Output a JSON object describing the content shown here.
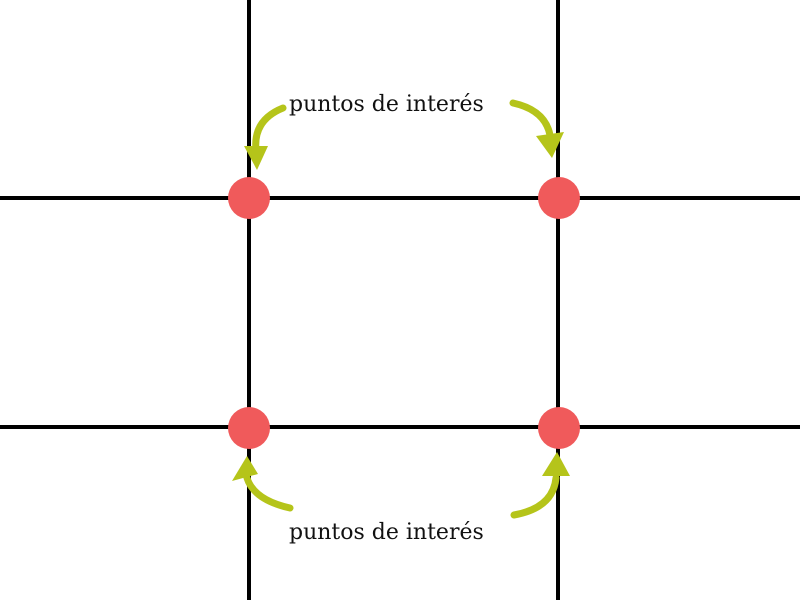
{
  "labels": {
    "top": "puntos de interés",
    "bottom": "puntos de interés"
  },
  "colors": {
    "background": "#ffffff",
    "grid_line": "#000000",
    "point": "#f05a5b",
    "arrow": "#b5c41a"
  },
  "grid": {
    "vertical_lines": 2,
    "horizontal_lines": 2
  },
  "points": [
    {
      "name": "top-left"
    },
    {
      "name": "top-right"
    },
    {
      "name": "bottom-left"
    },
    {
      "name": "bottom-right"
    }
  ]
}
